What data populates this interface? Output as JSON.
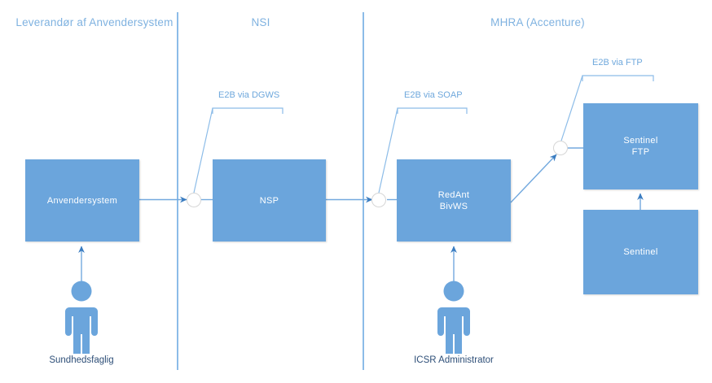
{
  "diagram": {
    "type": "flow-diagram",
    "lanes": [
      {
        "id": "lane-leverandor",
        "title": "Leverandør af Anvendersystem"
      },
      {
        "id": "lane-nsi",
        "title": "NSI"
      },
      {
        "id": "lane-mhra",
        "title": "MHRA (Accenture)"
      }
    ],
    "nodes": [
      {
        "id": "node-anvendersystem",
        "line1": "Anvendersystem",
        "line2": ""
      },
      {
        "id": "node-nsp",
        "line1": "NSP",
        "line2": ""
      },
      {
        "id": "node-redant",
        "line1": "RedAnt",
        "line2": "BivWS"
      },
      {
        "id": "node-sentinel-ftp",
        "line1": "Sentinel",
        "line2": "FTP"
      },
      {
        "id": "node-sentinel",
        "line1": "Sentinel",
        "line2": ""
      }
    ],
    "actors": [
      {
        "id": "actor-sundhedsfaglig",
        "label": "Sundhedsfaglig"
      },
      {
        "id": "actor-icsr-admin",
        "label": "ICSR Administrator"
      }
    ],
    "callouts": [
      {
        "id": "callout-dgws",
        "label": "E2B via DGWS"
      },
      {
        "id": "callout-soap",
        "label": "E2B via SOAP"
      },
      {
        "id": "callout-ftp",
        "label": "E2B via FTP"
      }
    ],
    "colors": {
      "node_fill": "#6BA5DC",
      "lane_title": "#7FB2E0",
      "divider": "#8CBCE8",
      "connector": "#73A9DE",
      "actor_label": "#2E4F78",
      "callout_label": "#6FA8DC",
      "junction_fill": "#FFFFFF",
      "background": "#FFFFFF"
    }
  }
}
